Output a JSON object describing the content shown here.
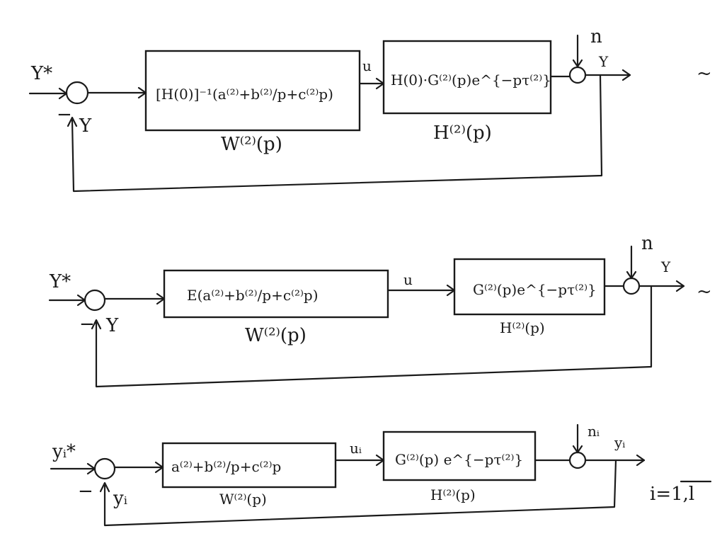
{
  "diagram1": {
    "input": "Y*",
    "feedback_sign": "−",
    "feedback": "Y",
    "controller_text": "[H(0)]⁻¹(a⁽²⁾+b⁽²⁾/p+c⁽²⁾p)",
    "controller_label": "W⁽²⁾(p)",
    "control_signal": "u",
    "plant_text": "H(0)·G⁽²⁾(p)e^{−pτ⁽²⁾}",
    "plant_label": "H⁽²⁾(p)",
    "disturbance": "n",
    "output": "Y"
  },
  "diagram2": {
    "input": "Y*",
    "feedback_sign": "−",
    "feedback": "Y",
    "controller_text": "E(a⁽²⁾+b⁽²⁾/p+c⁽²⁾p)",
    "controller_label": "W⁽²⁾(p)",
    "control_signal": "u",
    "plant_text": "G⁽²⁾(p)e^{−pτ⁽²⁾}",
    "plant_label": "H⁽²⁾(p)",
    "disturbance": "n",
    "output": "Y"
  },
  "diagram3": {
    "input": "yᵢ*",
    "feedback_sign": "−",
    "feedback": "yᵢ",
    "controller_text": "a⁽²⁾+b⁽²⁾/p+c⁽²⁾p",
    "controller_label": "W⁽²⁾(p)",
    "control_signal": "uᵢ",
    "plant_text": "G⁽²⁾(p) e^{−pτ⁽²⁾}",
    "plant_label": "H⁽²⁾(p)",
    "disturbance": "nᵢ",
    "output": "yᵢ",
    "index_range": "i=1,l"
  },
  "tilde_marks": [
    "~",
    "~"
  ]
}
